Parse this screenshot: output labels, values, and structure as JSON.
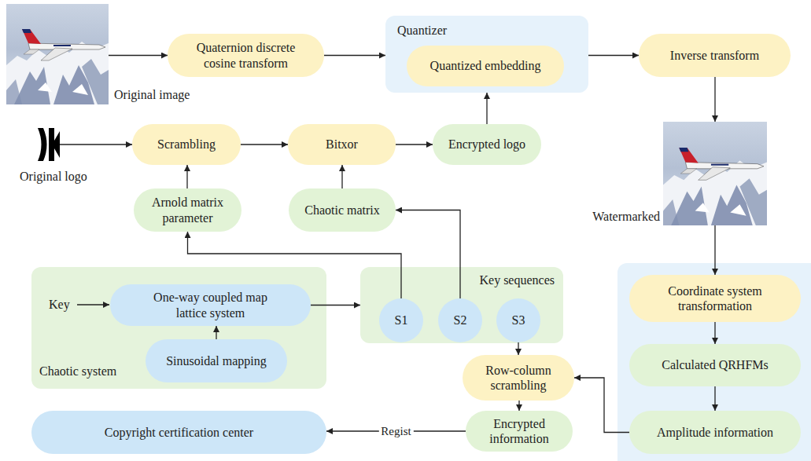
{
  "diagram": {
    "nodes": [
      {
        "text": [
          "Original image"
        ]
      },
      {
        "text": [
          "Quaternion discrete cosine transform"
        ]
      },
      {
        "text": [
          "Quantizer"
        ]
      },
      {
        "text": [
          "Quantized embedding"
        ],
        "in": 2
      },
      {
        "text": [
          "Inverse transform"
        ]
      },
      {
        "text": [
          "Original logo"
        ]
      },
      {
        "text": [
          "Scrambling"
        ]
      },
      {
        "text": [
          "Bitxor"
        ]
      },
      {
        "text": [
          "Encrypted logo"
        ]
      },
      {
        "text": [
          "Watermarked"
        ]
      },
      {
        "text": [
          "Arnold matrix parameter"
        ]
      },
      {
        "text": [
          "Chaotic matrix"
        ]
      },
      {
        "text": [
          "Chaotic system"
        ]
      },
      {
        "text": [
          "One-way coupled map lattice system"
        ],
        "in": 12
      },
      {
        "text": [
          "Sinusoidal mapping"
        ],
        "in": 12
      },
      {
        "text": [
          "Key sequences"
        ]
      },
      {
        "text": [
          "S1"
        ],
        "in": 15
      },
      {
        "text": [
          "S2"
        ],
        "in": 15
      },
      {
        "text": [
          "S3"
        ],
        "in": 15
      },
      {
        "text": [
          "Coordinate system transformation"
        ]
      },
      {
        "text": [
          "Calculated QRHFMs"
        ]
      },
      {
        "text": [
          "Amplitude information"
        ]
      },
      {
        "text": [
          "Row-column scrambling"
        ]
      },
      {
        "text": [
          "Encrypted information"
        ]
      },
      {
        "text": [
          "Copyright certification center"
        ]
      }
    ],
    "edges": [
      {
        "from": 0,
        "to": 1,
        "arrow": "to"
      },
      {
        "from": 1,
        "to": 2,
        "arrow": "to"
      },
      {
        "from": 2,
        "to": 4,
        "arrow": "to"
      },
      {
        "from": 4,
        "to": 9,
        "arrow": "to"
      },
      {
        "from": 5,
        "to": 6,
        "arrow": "to"
      },
      {
        "from": 6,
        "to": 7,
        "arrow": "to"
      },
      {
        "from": 7,
        "to": 8,
        "arrow": "to"
      },
      {
        "from": 8,
        "to": 2,
        "arrow": "to"
      },
      {
        "from": 10,
        "to": 6,
        "arrow": "to"
      },
      {
        "from": 11,
        "to": 7,
        "arrow": "to"
      },
      {
        "from": 14,
        "to": 13,
        "arrow": "to"
      },
      {
        "from": 13,
        "to": 15,
        "arrow": "to"
      },
      {
        "from": 16,
        "to": 10,
        "arrow": "to"
      },
      {
        "from": 17,
        "to": 11,
        "arrow": "to"
      },
      {
        "from": 18,
        "to": 22,
        "arrow": "to"
      },
      {
        "from": 9,
        "to": 19,
        "arrow": "to"
      },
      {
        "from": 19,
        "to": 20,
        "arrow": "to"
      },
      {
        "from": 20,
        "to": 21,
        "arrow": "to"
      },
      {
        "from": 21,
        "to": 22,
        "arrow": "to"
      },
      {
        "from": 22,
        "to": 23,
        "arrow": "to"
      },
      {
        "from": 23,
        "to": 24,
        "label": "Regist",
        "arrow": "to"
      }
    ],
    "labels": [
      "Key"
    ]
  }
}
